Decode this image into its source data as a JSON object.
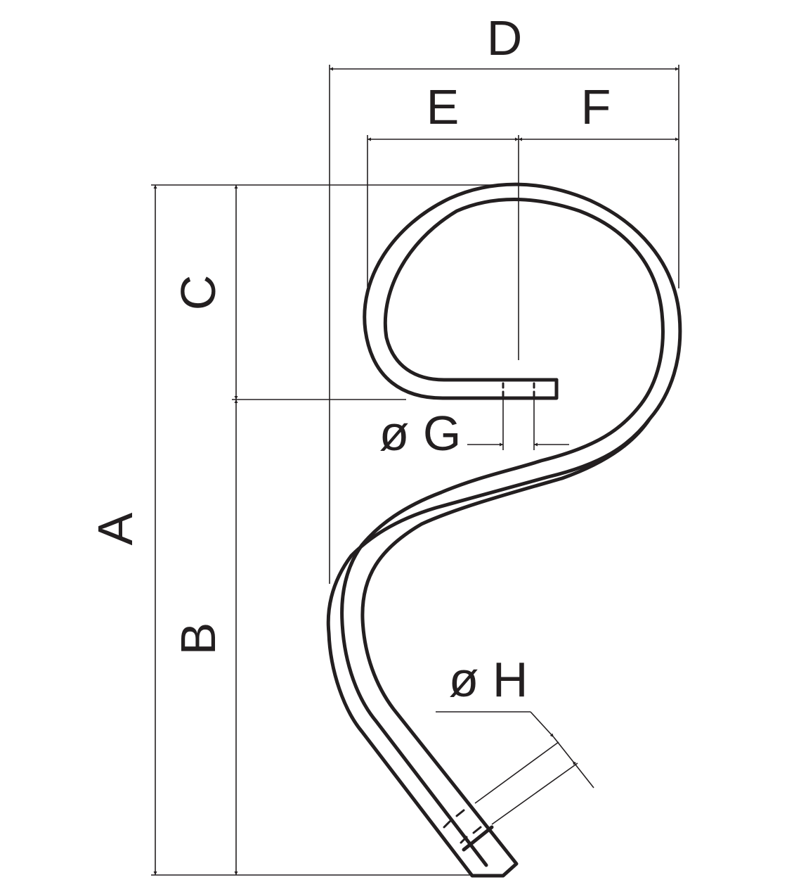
{
  "labels": {
    "A": "A",
    "B": "B",
    "C": "C",
    "D": "D",
    "E": "E",
    "F": "F",
    "G": "ø G",
    "H": "ø H"
  },
  "colors": {
    "line": "#231f20",
    "background": "#ffffff"
  }
}
